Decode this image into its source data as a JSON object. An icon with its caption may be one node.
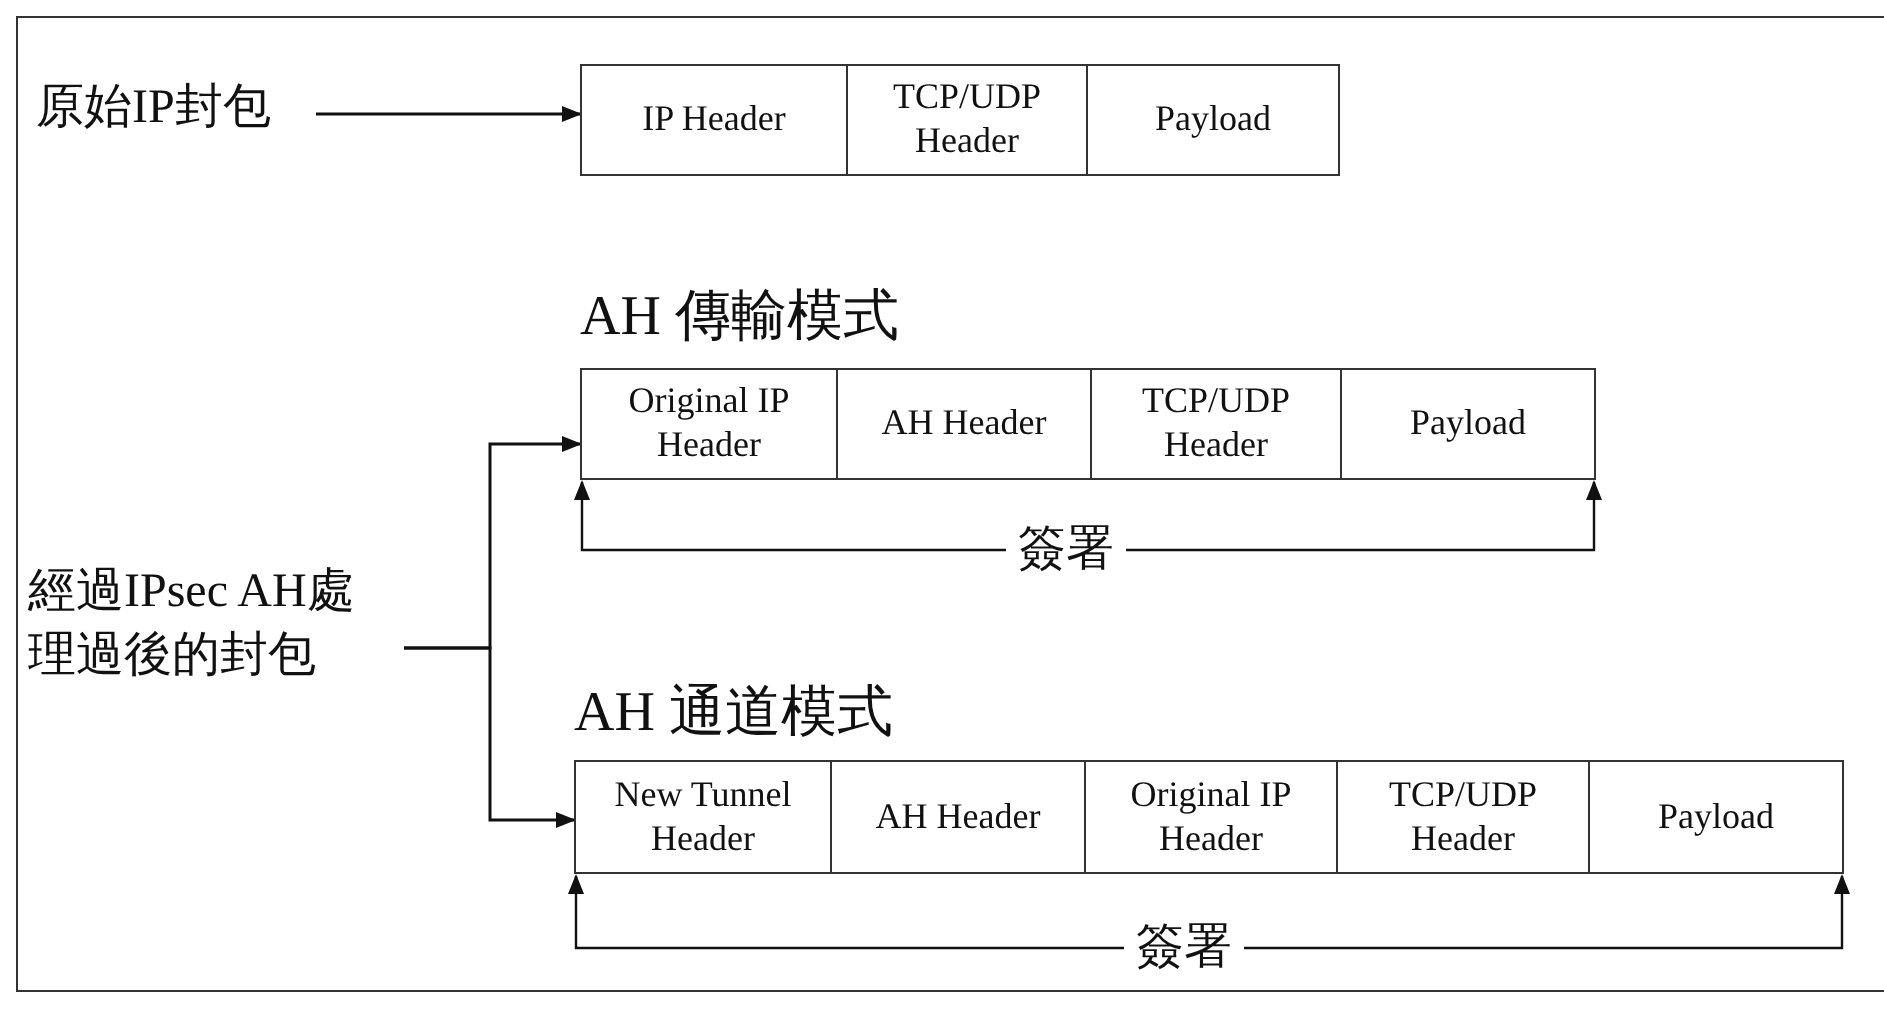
{
  "diagram": {
    "nodes": [
      {
        "text": [
          "原始IP封包"
        ]
      },
      {
        "text": [
          "IP Header"
        ]
      },
      {
        "text": [
          "TCP/UDP Header"
        ]
      },
      {
        "text": [
          "Payload"
        ]
      },
      {
        "text": [
          "經過IPsec AH處理過後的封包"
        ]
      },
      {
        "text": [
          "AH 傳輸模式"
        ]
      },
      {
        "text": [
          "Original IP Header"
        ],
        "in": 5
      },
      {
        "text": [
          "AH Header"
        ],
        "in": 5
      },
      {
        "text": [
          "TCP/UDP Header"
        ],
        "in": 5
      },
      {
        "text": [
          "Payload"
        ],
        "in": 5
      },
      {
        "text": [
          "AH 通道模式"
        ]
      },
      {
        "text": [
          "New Tunnel Header"
        ],
        "in": 10
      },
      {
        "text": [
          "AH Header"
        ],
        "in": 10
      },
      {
        "text": [
          "Original IP Header"
        ],
        "in": 10
      },
      {
        "text": [
          "TCP/UDP Header"
        ],
        "in": 10
      },
      {
        "text": [
          "Payload"
        ],
        "in": 10
      }
    ],
    "edges": [
      {
        "from": 0,
        "to": 1,
        "arrow": "to"
      },
      {
        "from": 4,
        "to": 5,
        "arrow": "to"
      },
      {
        "from": 4,
        "to": 10,
        "arrow": "to"
      },
      {
        "from": 6,
        "to": 9,
        "arrow": "both",
        "label": "簽署"
      },
      {
        "from": 11,
        "to": 15,
        "arrow": "both",
        "label": "簽署"
      }
    ]
  }
}
